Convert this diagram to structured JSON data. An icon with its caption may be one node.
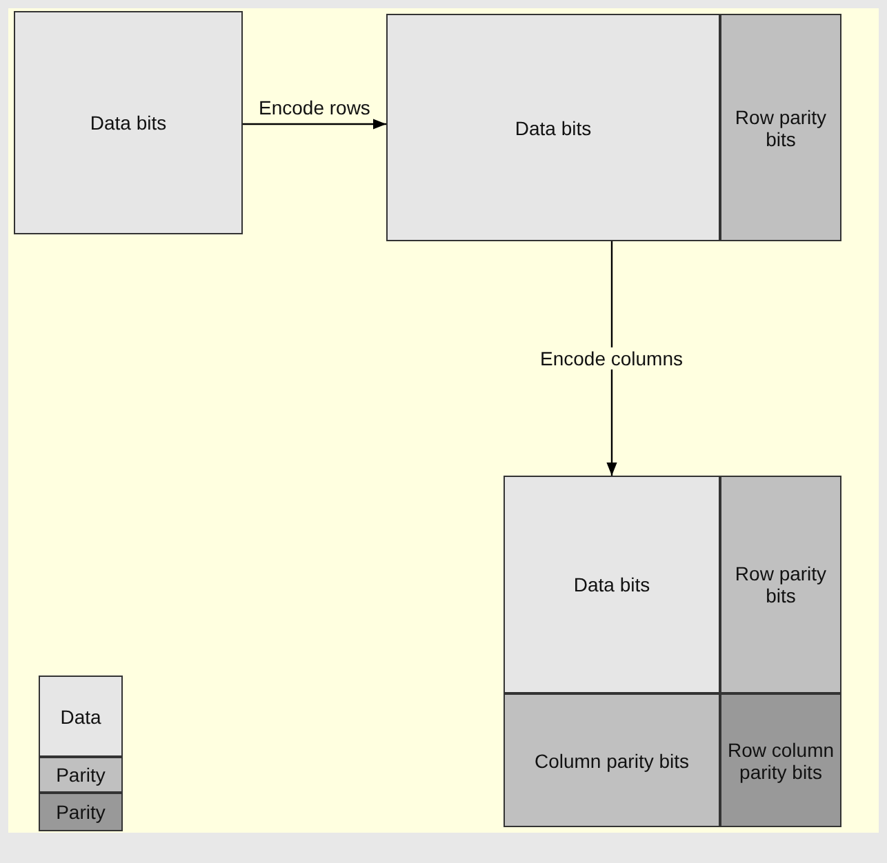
{
  "diagram": {
    "nodes": [
      {
        "text": [
          "Data bits"
        ]
      },
      {
        "text": [
          "Data bits"
        ]
      },
      {
        "text": [
          "Row parity bits"
        ]
      },
      {
        "text": [
          "Data bits"
        ]
      },
      {
        "text": [
          "Row parity bits"
        ]
      },
      {
        "text": [
          "Column parity bits"
        ]
      },
      {
        "text": [
          "Row column parity bits"
        ]
      }
    ],
    "edges": [
      {
        "from": 0,
        "to": 1,
        "arrow": "to",
        "label": "Encode rows"
      },
      {
        "from": 1,
        "to": 3,
        "arrow": "to",
        "label": "Encode columns"
      }
    ],
    "legend": [
      {
        "text": "Data",
        "color": "#e6e6e6"
      },
      {
        "text": "Parity",
        "color": "#c0c0c0"
      },
      {
        "text": "Parity",
        "color": "#999999"
      }
    ]
  }
}
